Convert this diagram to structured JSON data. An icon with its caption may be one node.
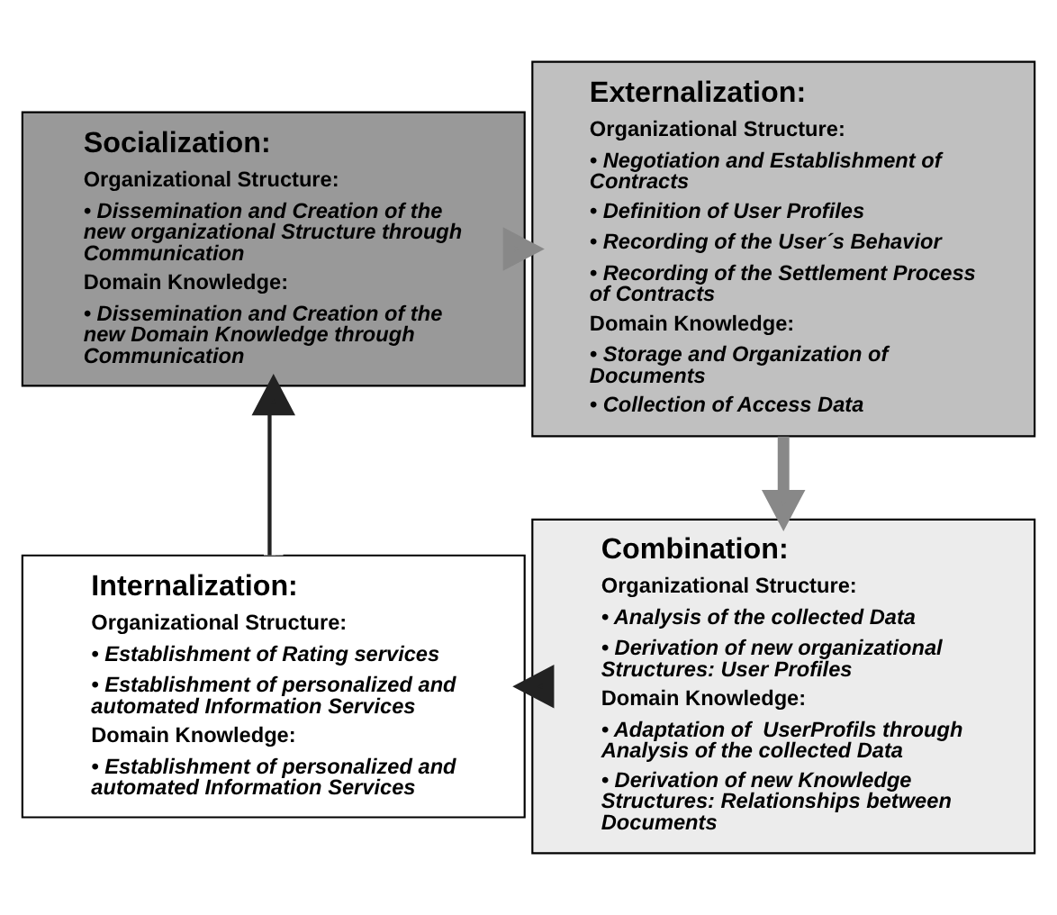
{
  "diagram": {
    "nodes": [
      {
        "text": [
          "Socialization:",
          "Organizational Structure:",
          "• Dissemination and Creation of the new organizational Structure through Communication",
          "Domain Knowledge:",
          "• Dissemination and Creation of the new Domain Knowledge through Communication"
        ]
      },
      {
        "text": [
          "Externalization:",
          "Organizational Structure:",
          "• Negotiation and Establishment of Contracts",
          "• Definition of User Profiles",
          "• Recording of the User´s Behavior",
          "• Recording of the Settlement Process of Contracts",
          "Domain Knowledge:",
          "• Storage and Organization of Documents",
          "• Collection of Access Data"
        ]
      },
      {
        "text": [
          "Internalization:",
          "Organizational Structure:",
          "• Establishment of Rating services",
          "• Establishment of personalized and automated Information Services",
          "Domain Knowledge:",
          "• Establishment of personalized and automated Information Services"
        ]
      },
      {
        "text": [
          "Combination:",
          "Organizational Structure:",
          "• Analysis of the collected Data",
          "• Derivation of new organizational Structures: User Profiles",
          "Domain Knowledge:",
          "• Adaptation of  UserProfils through Analysis of the collected Data",
          "• Derivation of new Knowledge Structures: Relationships between Documents"
        ]
      }
    ],
    "edges": [
      {
        "from": 0,
        "to": 1,
        "arrow": "to"
      },
      {
        "from": 1,
        "to": 3,
        "arrow": "to"
      },
      {
        "from": 3,
        "to": 2,
        "arrow": "to",
        "color": "#e0e0e0"
      },
      {
        "from": 2,
        "to": 0,
        "arrow": "to",
        "color": "#ffffff"
      }
    ]
  }
}
